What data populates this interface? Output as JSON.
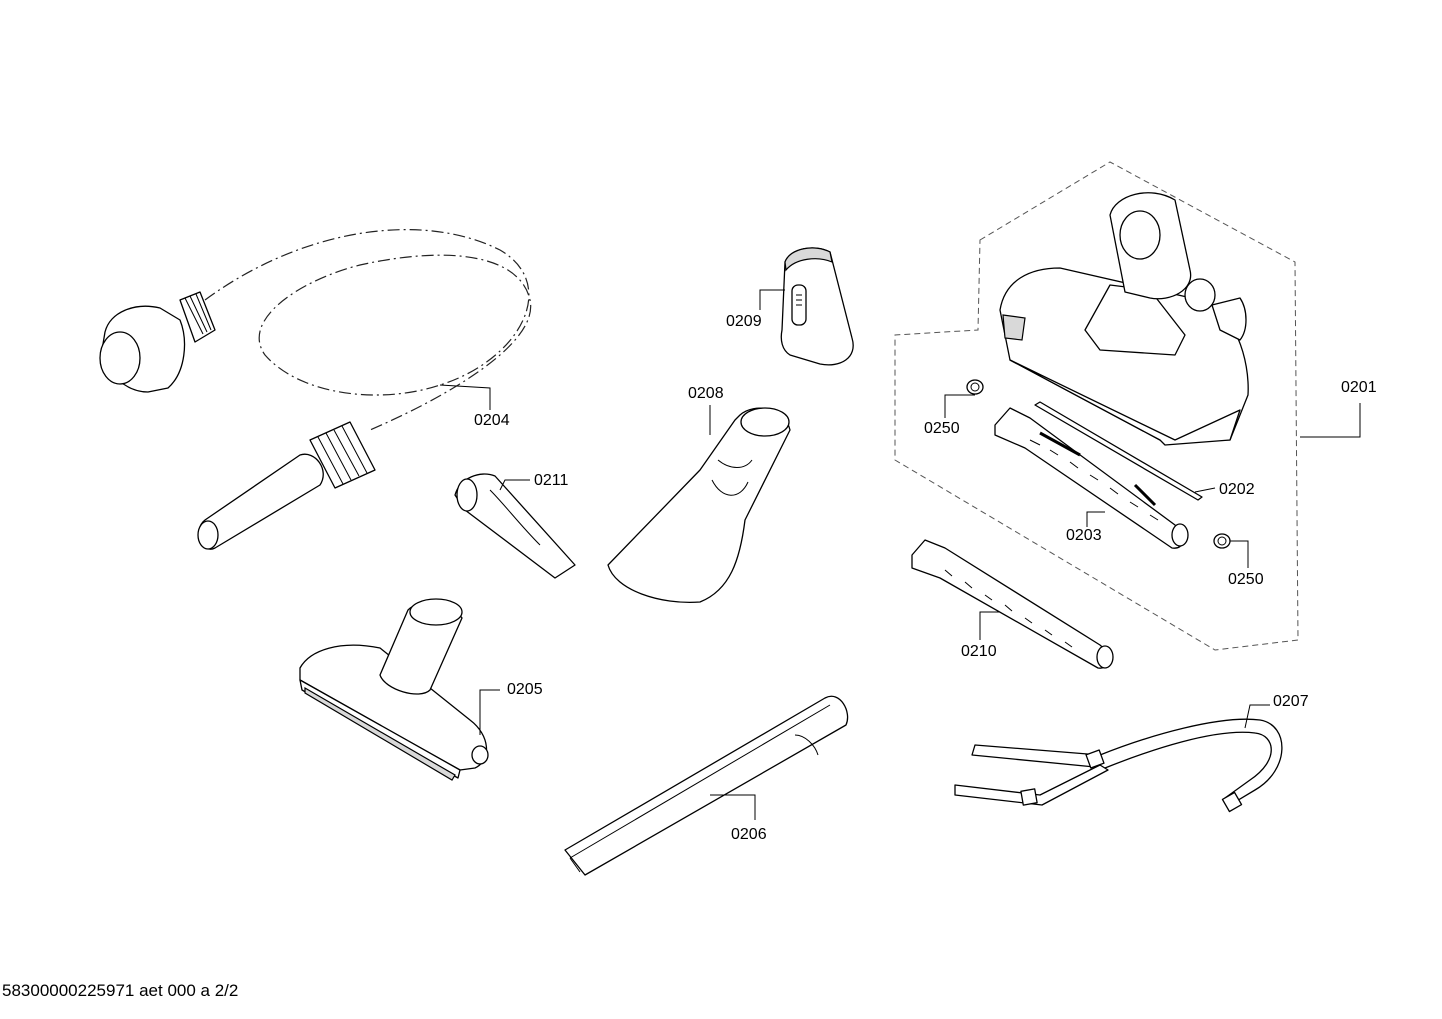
{
  "labels": {
    "p0201": "0201",
    "p0202": "0202",
    "p0203": "0203",
    "p0204": "0204",
    "p0205": "0205",
    "p0206": "0206",
    "p0207": "0207",
    "p0208": "0208",
    "p0209": "0209",
    "p0210": "0210",
    "p0211": "0211",
    "p0250a": "0250",
    "p0250b": "0250"
  },
  "footer": "58300000225971 aet 000 a 2/2"
}
